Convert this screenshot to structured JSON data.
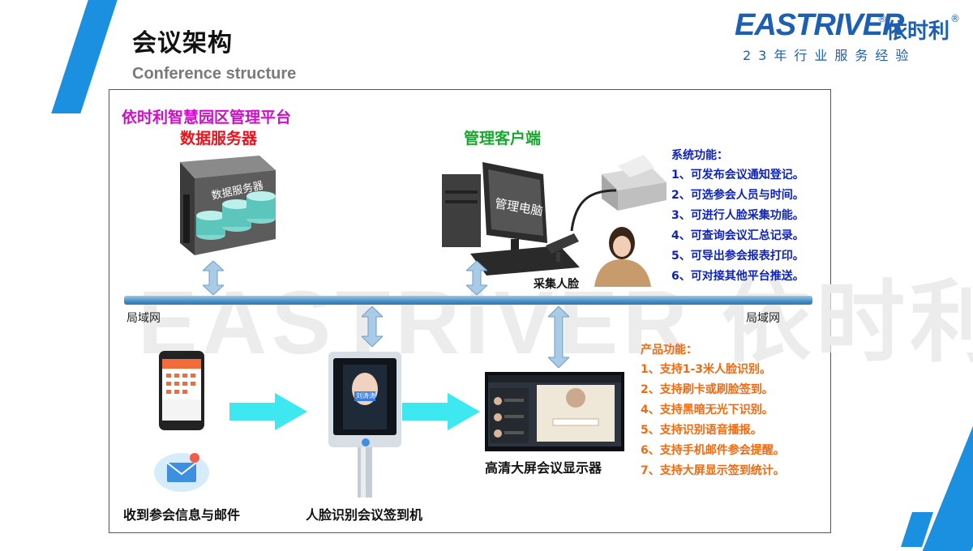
{
  "header": {
    "title_cn": "会议架构",
    "title_en": "Conference structure",
    "logo_main": "EASTRIVER",
    "logo_cn": "依时利",
    "logo_slogan": "23年行业服务经验"
  },
  "watermark": "EASTRiVER 依时利",
  "diagram": {
    "platform_title": "依时利智慧园区管理平台",
    "server_title": "数据服务器",
    "server_label": "数据服务器",
    "client_title": "管理客户端",
    "computer_label": "管理电脑",
    "face_capture_label": "采集人脸",
    "lan_left": "局域网",
    "lan_right": "局域网",
    "system_functions": {
      "heading": "系统功能：",
      "items": [
        "1、可发布会议通知登记。",
        "2、可选参会人员与时间。",
        "3、可进行人脸采集功能。",
        "4、可查询会议汇总记录。",
        "5、可导出参会报表打印。",
        "6、可对接其他平台推送。"
      ]
    },
    "product_functions": {
      "heading": "产品功能：",
      "items": [
        "1、支持1-3米人脸识别。",
        "2、支持刷卡或刷脸签到。",
        "4、支持黑暗无光下识别。",
        "5、支持识别语音播报。",
        "6、支持手机邮件参会提醒。",
        "7、支持大屏显示签到统计。"
      ]
    },
    "phone_caption": "收到参会信息与邮件",
    "kiosk_caption": "人脸识别会议签到机",
    "display_caption": "高清大屏会议显示器",
    "kiosk_screen_tag": "刘涛涛"
  },
  "colors": {
    "accent_blue": "#1b8fe0",
    "brand_blue": "#1d5fb0",
    "purple": "#cc10c8",
    "red": "#e8141e",
    "green": "#18a82e",
    "list_blue": "#0f23b8",
    "list_orange": "#f06a10",
    "arrow_cyan": "#3ee8f0"
  }
}
